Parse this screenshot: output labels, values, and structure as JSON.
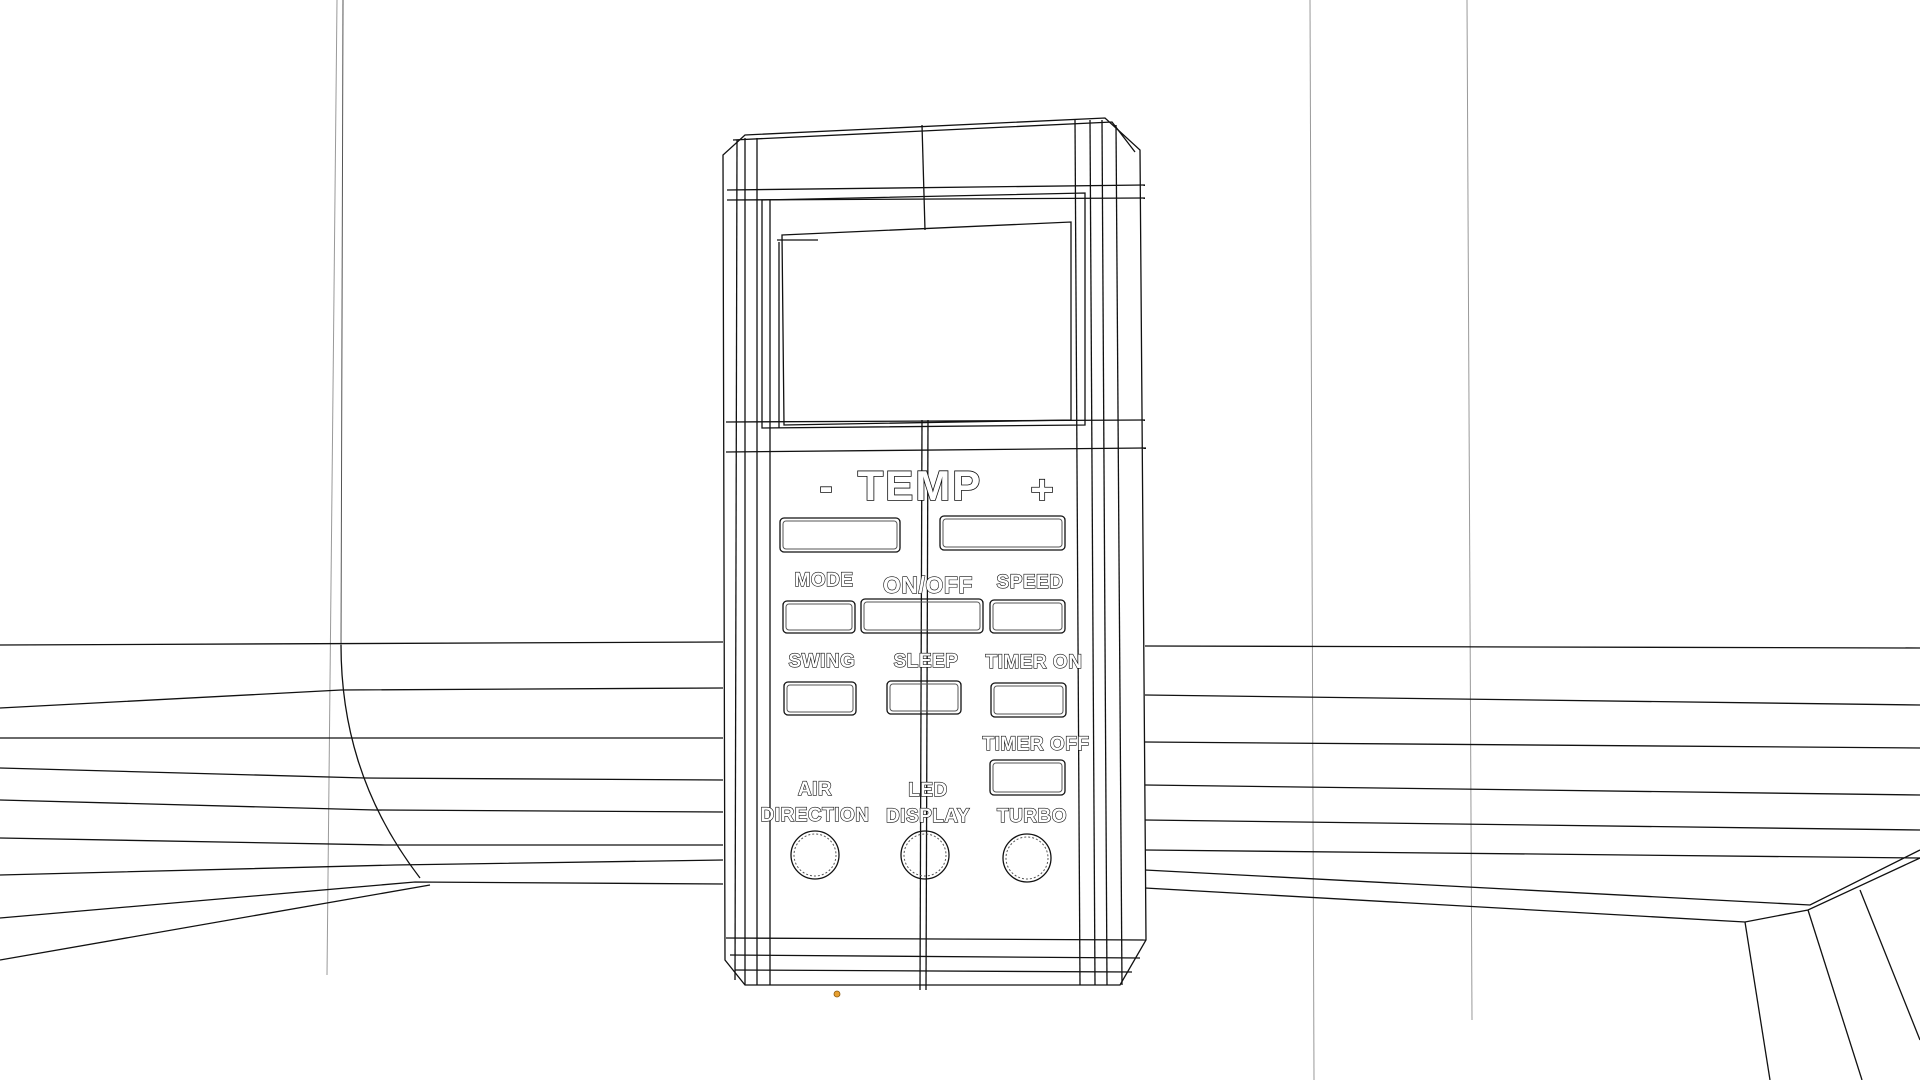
{
  "remote": {
    "temp_label": "TEMP",
    "temp_minus": "-",
    "temp_plus": "+",
    "buttons": {
      "mode": "MODE",
      "on_off": "ON/OFF",
      "speed": "SPEED",
      "swing": "SWING",
      "sleep": "SLEEP",
      "timer_on": "TIMER ON",
      "timer_off": "TIMER OFF",
      "air_direction_line1": "AIR",
      "air_direction_line2": "DIRECTION",
      "led_display_line1": "LED",
      "led_display_line2": "DISPLAY",
      "turbo": "TURBO"
    }
  },
  "colors": {
    "background": "#ffffff",
    "wireframe": "#111111",
    "origin_marker": "#e8a030"
  }
}
